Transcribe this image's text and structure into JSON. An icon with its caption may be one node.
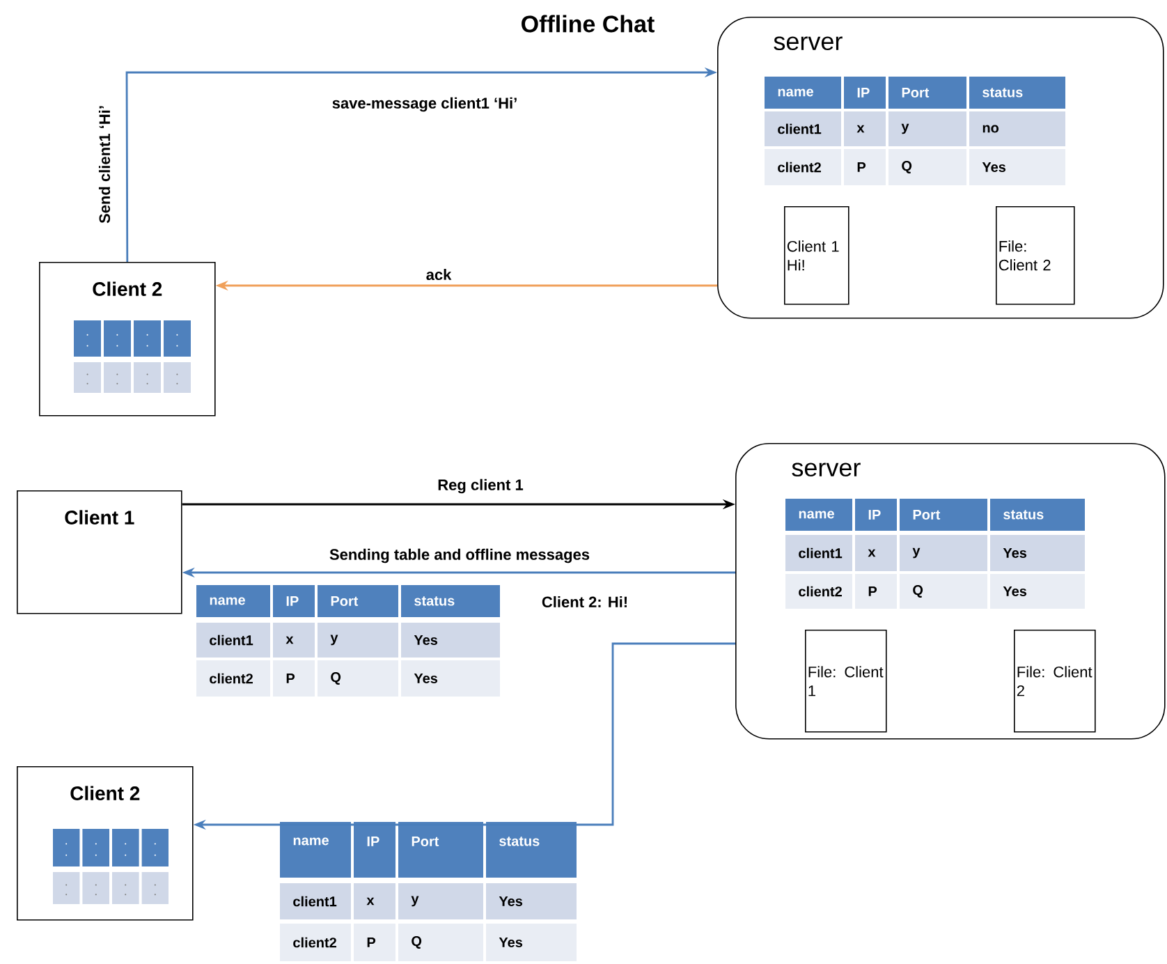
{
  "diagram": {
    "title": "Offline Chat",
    "nodes": [
      {
        "text": [
          "server"
        ]
      },
      {
        "text": [
          "Client 1 Hi!"
        ],
        "in": 0
      },
      {
        "text": [
          "File: Client 2"
        ],
        "in": 0
      },
      {
        "text": [
          "Client 2"
        ]
      },
      {
        "text": [
          "Client 1"
        ]
      },
      {
        "text": [
          "server"
        ]
      },
      {
        "text": [
          "File: Client 1"
        ],
        "in": 5
      },
      {
        "text": [
          "File: Client 2"
        ],
        "in": 5
      },
      {
        "text": [
          "Client 2"
        ]
      }
    ],
    "edges": [
      {
        "from": 3,
        "to": 0,
        "arrow": "to",
        "label": "Send client1 ‘Hi’"
      },
      {
        "from": 0,
        "to": 3,
        "arrow": "to",
        "label": "ack",
        "color": "#f0a05a"
      },
      {
        "from": 4,
        "to": 5,
        "arrow": "to",
        "label": "Reg client 1",
        "color": "#000000"
      },
      {
        "from": 5,
        "to": 4,
        "arrow": "to",
        "label": "Sending table and offline messages"
      },
      {
        "from": 5,
        "to": 8,
        "arrow": "to"
      }
    ],
    "labels": [
      "save-message client1 ‘Hi’",
      "name",
      "IP",
      "Port",
      "status",
      "client1",
      "x",
      "y",
      "no",
      "client2",
      "P",
      "Q",
      "Yes",
      "name",
      "IP",
      "Port",
      "status",
      "client1",
      "x",
      "y",
      "Yes",
      "client2",
      "P",
      "Q",
      "Yes",
      "name",
      "IP",
      "Port",
      "status",
      "client1",
      "x",
      "y",
      "Yes",
      "client2",
      "P",
      "Q",
      "Yes",
      "Client 2: Hi!",
      "name",
      "IP",
      "Port",
      "status",
      "client1",
      "x",
      "y",
      "Yes",
      "client2",
      "P",
      "Q",
      "Yes"
    ]
  }
}
